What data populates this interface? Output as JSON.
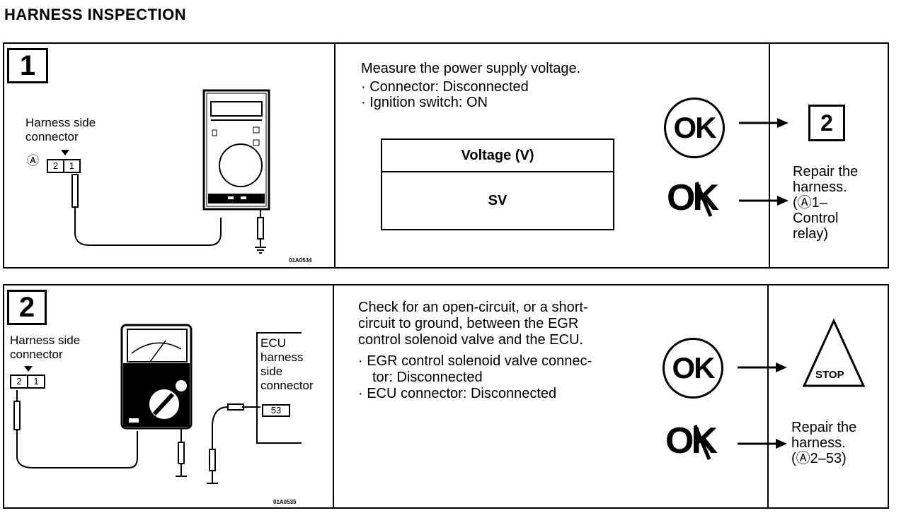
{
  "page_title": "HARNESS INSPECTION",
  "step1": {
    "number": "1",
    "connector_label_line1": "Harness side",
    "connector_label_line2": "connector",
    "connector_marker": "Ⓐ",
    "pin_left": "2",
    "pin_right": "1",
    "figure_code": "01A0534",
    "instruction": "Measure the power supply voltage.",
    "conditions": [
      "Connector: Disconnected",
      "Ignition switch: ON"
    ],
    "table_header": "Voltage (V)",
    "table_value": "SV",
    "ok_label": "OK",
    "ng_label": "OK",
    "ok_next_step": "2",
    "ng_result": [
      "Repair the",
      "harness.",
      "(Ⓐ1–",
      "Control",
      "relay)"
    ]
  },
  "step2": {
    "number": "2",
    "connector_label_line1": "Harness side",
    "connector_label_line2": "connector",
    "pin_left": "2",
    "pin_right": "1",
    "ecu_label": [
      "ECU",
      "harness",
      "side",
      "connector"
    ],
    "ecu_pin": "53",
    "figure_code": "01A0535",
    "instruction": [
      "Check for an open-circuit, or a short-",
      "circuit to ground, between the EGR",
      "control solenoid valve and the ECU."
    ],
    "conditions": [
      "EGR control solenoid valve connec-",
      "tor: Disconnected",
      "ECU connector: Disconnected"
    ],
    "ok_label": "OK",
    "ng_label": "OK",
    "ok_result": "STOP",
    "ng_result": [
      "Repair the",
      "harness.",
      "(Ⓐ2–53)"
    ]
  }
}
